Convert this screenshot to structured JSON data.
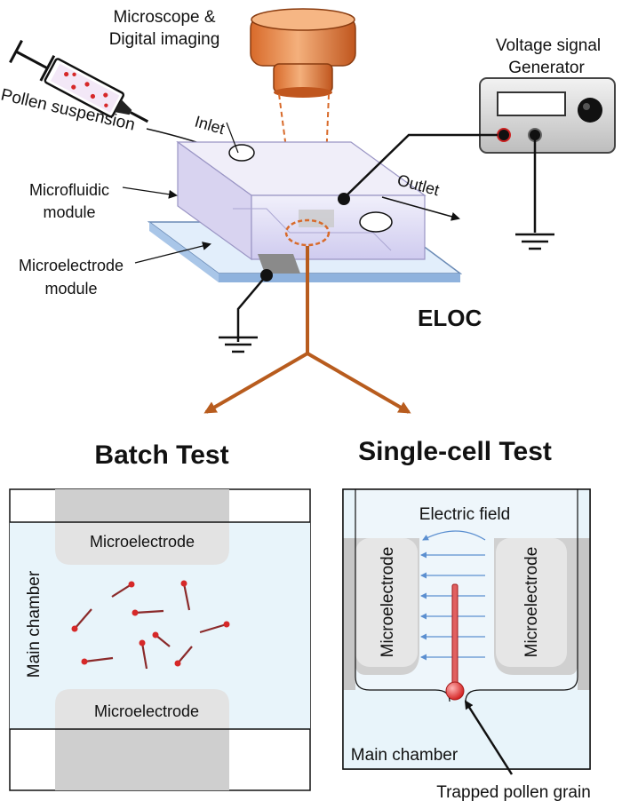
{
  "top": {
    "microscope_line1": "Microscope &",
    "microscope_line2": "Digital imaging",
    "voltage_line1": "Voltage signal",
    "voltage_line2": "Generator",
    "pollen_suspension": "Pollen suspension",
    "inlet": "Inlet",
    "outlet": "Outlet",
    "microfluidic_line1": "Microfluidic",
    "microfluidic_line2": "module",
    "microelectrode_line1": "Microelectrode",
    "microelectrode_line2": "module",
    "eloc": "ELOC"
  },
  "batch": {
    "title": "Batch Test",
    "electrode_top": "Microelectrode",
    "electrode_bottom": "Microelectrode",
    "main_chamber": "Main chamber"
  },
  "single": {
    "title": "Single-cell Test",
    "electric_field": "Electric field",
    "electrode_left": "Microelectrode",
    "electrode_right": "Microelectrode",
    "main_chamber": "Main chamber",
    "trapped": "Trapped pollen grain"
  },
  "colors": {
    "arrow_brown": "#b85c1e",
    "pollen_red": "#d62828",
    "chamber_blue": "#e8f4fa",
    "electrode_gray": "#d0d0d0"
  }
}
